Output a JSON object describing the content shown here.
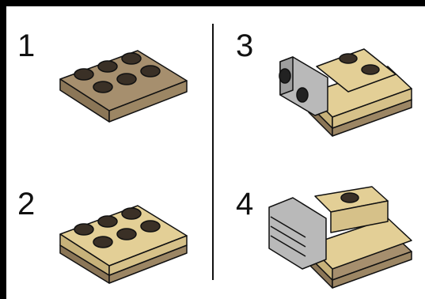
{
  "steps": [
    {
      "number": "1",
      "description_icon": "brick-step-1"
    },
    {
      "number": "2",
      "description_icon": "brick-step-2"
    },
    {
      "number": "3",
      "description_icon": "brick-step-3"
    },
    {
      "number": "4",
      "description_icon": "brick-step-4"
    }
  ],
  "colors": {
    "dark_tan": "#a68f6e",
    "dark_tan_side": "#8b7657",
    "tan": "#e3cf96",
    "tan_side": "#c7b27a",
    "stud_dark": "#3a3026",
    "light_gray": "#b9b9b9",
    "outline": "#111111"
  }
}
